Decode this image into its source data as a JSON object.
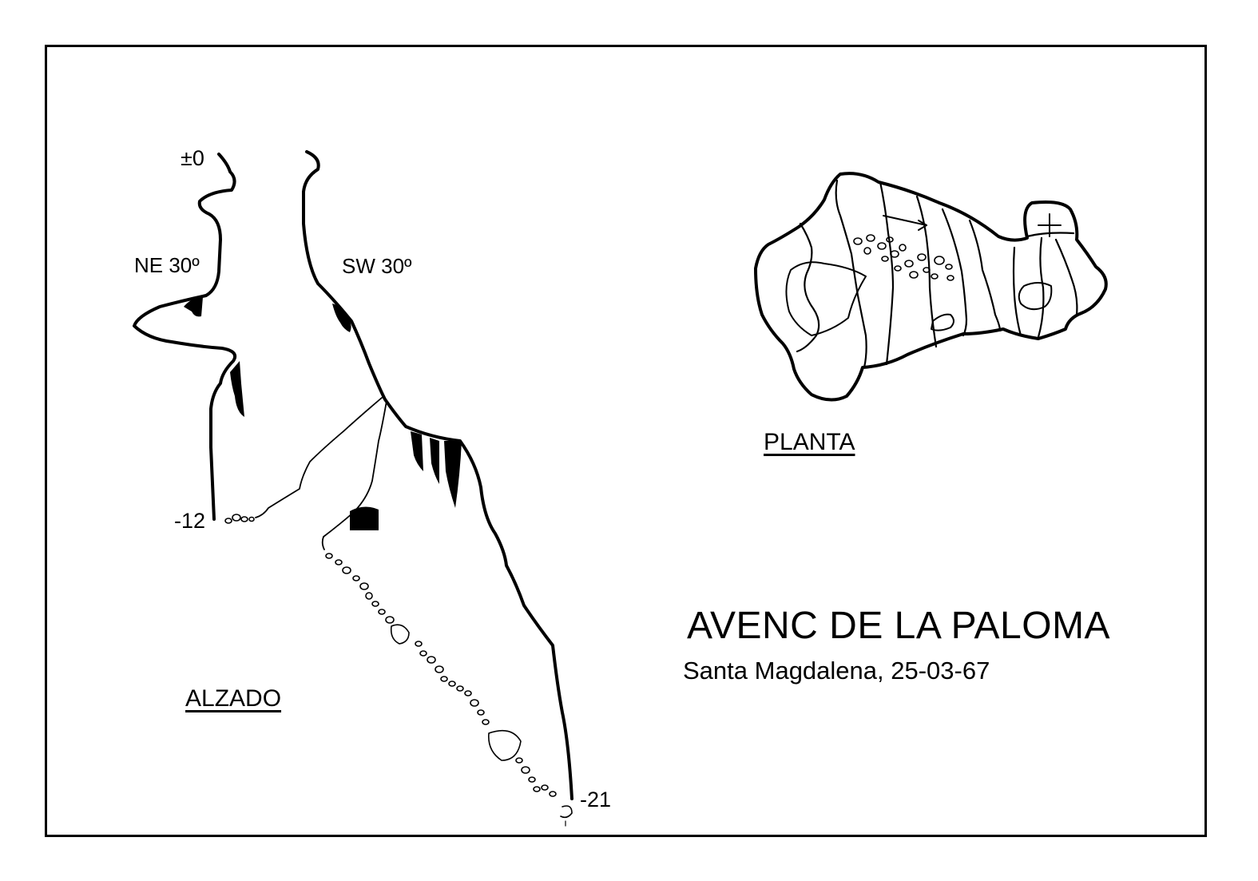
{
  "survey": {
    "title": "AVENC DE LA PALOMA",
    "subtitle": "Santa Magdalena, 25-03-67"
  },
  "elevation": {
    "label": "ALZADO",
    "depths": {
      "top": "±0",
      "mid": "-12",
      "bottom": "-21"
    },
    "directions": {
      "left": "NE 30º",
      "right": "SW 30º"
    }
  },
  "plan": {
    "label": "PLANTA"
  },
  "colors": {
    "ink": "#000000",
    "paper": "#ffffff"
  }
}
